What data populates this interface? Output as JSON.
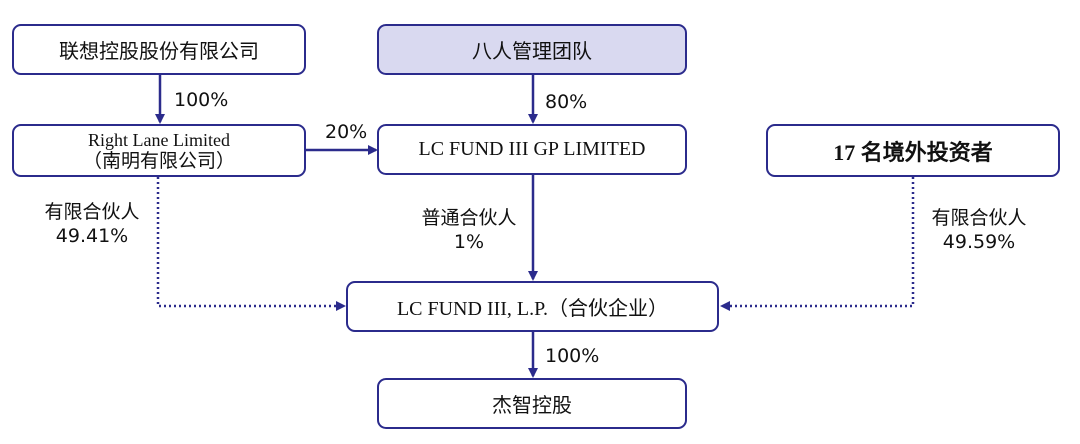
{
  "colors": {
    "border": "#2b2b8c",
    "shaded_fill": "#d9d9f0",
    "line": "#2b2b8c"
  },
  "nodes": {
    "lenovo": "联想控股股份有限公司",
    "team": "八人管理团队",
    "right_lane_en": "Right Lane Limited",
    "right_lane_cn": "（南明有限公司）",
    "gp": "LC FUND III GP LIMITED",
    "foreign": "17 名境外投资者",
    "fund": "LC FUND III, L.P.（合伙企业）",
    "jiezhi": "杰智控股"
  },
  "edges": {
    "lenovo_to_rightlane": "100%",
    "team_to_gp": "80%",
    "rightlane_to_gp": "20%",
    "rightlane_to_fund_role": "有限合伙人",
    "rightlane_to_fund_pct": "49.41%",
    "gp_to_fund_role": "普通合伙人",
    "gp_to_fund_pct": "1%",
    "foreign_to_fund_role": "有限合伙人",
    "foreign_to_fund_pct": "49.59%",
    "fund_to_jiezhi": "100%"
  }
}
